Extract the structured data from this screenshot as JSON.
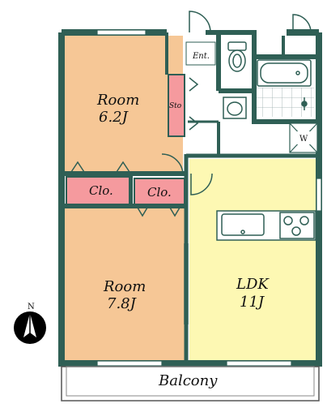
{
  "floorplan": {
    "rooms": [
      {
        "id": "room-north",
        "name": "Room",
        "size": "6.2J"
      },
      {
        "id": "room-south",
        "name": "Room",
        "size": "7.8J"
      },
      {
        "id": "ldk",
        "name": "LDK",
        "size": "11J"
      }
    ],
    "closets": [
      "Clo.",
      "Clo."
    ],
    "storage": "Sto",
    "entrance": "Ent.",
    "washer": "W",
    "balcony": "Balcony",
    "compass": "N",
    "colors": {
      "wall": "#2f5f55",
      "room": "#f6c796",
      "ldk": "#fdf8b3",
      "closet": "#f59a9e",
      "floor_white": "#ffffff"
    }
  }
}
